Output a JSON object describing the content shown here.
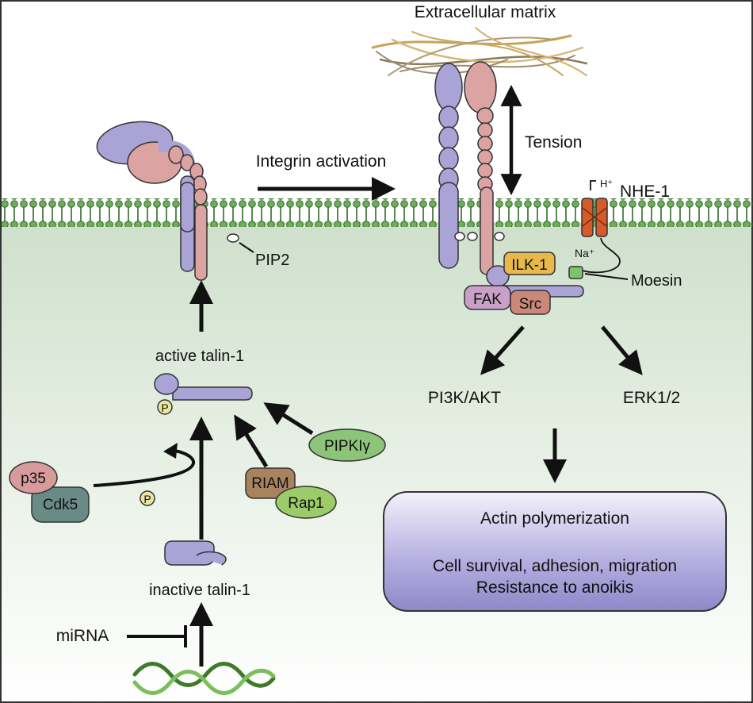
{
  "labels": {
    "ecm": "Extracellular matrix",
    "integrin_activation": "Integrin activation",
    "tension": "Tension",
    "nhe1": "NHE-1",
    "h_ion": "H⁺",
    "na_ion": "Na⁺",
    "pip2": "PIP2",
    "moesin": "Moesin",
    "ilk1": "ILK-1",
    "fak": "FAK",
    "src": "Src",
    "pi3k_akt": "PI3K/AKT",
    "erk": "ERK1/2",
    "active_talin": "active talin-1",
    "inactive_talin": "inactive talin-1",
    "phospho_p": "P",
    "pipk": "PIPKIγ",
    "riam": "RIAM",
    "rap1": "Rap1",
    "p35": "p35",
    "cdk5": "Cdk5",
    "mirna": "miRNA"
  },
  "outcome_box": {
    "line1": "Actin polymerization",
    "line2": "Cell survival, adhesion, migration",
    "line3": "Resistance to anoikis"
  },
  "colors": {
    "alpha_subunit": "#a9a3d6",
    "beta_subunit": "#dca3a3",
    "membrane": "#5f9a4a",
    "ilk": "#e8b84a",
    "fak": "#c9a0c8",
    "src": "#c98878",
    "nhe": "#d65a2a",
    "moesin": "#7cc46a",
    "pipk": "#8cc47a",
    "riam": "#a9825e",
    "rap1": "#9ccc6a",
    "p35": "#d89a9a",
    "cdk5": "#6a8a86",
    "outcome_box": "#b4aee0",
    "phospho": "#ece6a0"
  }
}
